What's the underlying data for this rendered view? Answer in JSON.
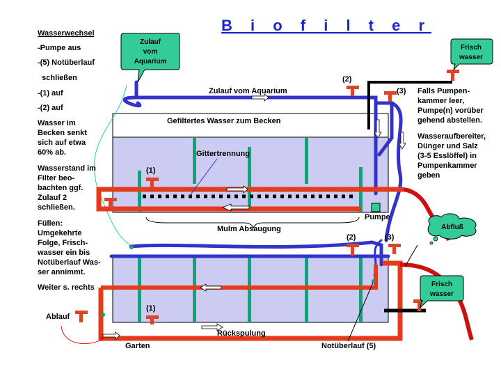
{
  "title": "B i o f i l t e r",
  "left_notes": [
    "Wasserwechsel",
    "-Pumpe aus",
    "-(5) Notüberlauf",
    "  schließen",
    "-(1) auf",
    "-(2) auf",
    "Wasser im",
    "Becken senkt",
    "sich auf etwa",
    "60% ab.",
    "Wasserstand im",
    "Filter beo-",
    "bachten ggf.",
    "Zulauf 2",
    "schließen.",
    "Füllen:",
    "Umgekehrte",
    "Folge, Frisch-",
    "wasser ein bis",
    "Notüberlauf Was-",
    "ser annimmt.",
    "Weiter s. rechts"
  ],
  "right_notes": [
    "Falls Pumpen-",
    "kammer leer,",
    "Pumpe(n) vorüber",
    "gehend abstellen.",
    "Wasseraufbereiter,",
    "Dünger und Salz",
    "(3-5 Esslöffel) in",
    "Pumpenkammer",
    "geben"
  ],
  "callouts": {
    "zulauf": [
      "Zulauf",
      "vom",
      "Aquarium"
    ],
    "frisch_top": [
      "Frisch",
      "wasser"
    ],
    "frisch_bottom": [
      "Frisch",
      "wasser"
    ],
    "abfluss": "Abfluß"
  },
  "labels": {
    "zulauf_pipe": "Zulauf vom Aquarium",
    "gefiltert": "Gefiltertes Wasser zum Becken",
    "gitter": "Gittertrennung",
    "mulm": "Mulm Absaugung",
    "pumpe": "Pumpe",
    "rueck": "Rückspulung",
    "ablauf": "Ablauf",
    "garten": "Garten",
    "notueberlauf": "Notüberlauf (5)",
    "v1_top": "(1)",
    "v2_top": "(2)",
    "v3_top": "(3)",
    "v2_bot": "(2)",
    "v3_bot": "(3)",
    "v1_bot": "(1)"
  },
  "colors": {
    "pipe_red": "#e63a1c",
    "pipe_blue": "#3333cc",
    "tank_fill": "#ccccf2",
    "divider": "#1a9e7a",
    "callout_fill": "#33cc99",
    "valve": "#d9462b",
    "title": "#1d24c8"
  }
}
